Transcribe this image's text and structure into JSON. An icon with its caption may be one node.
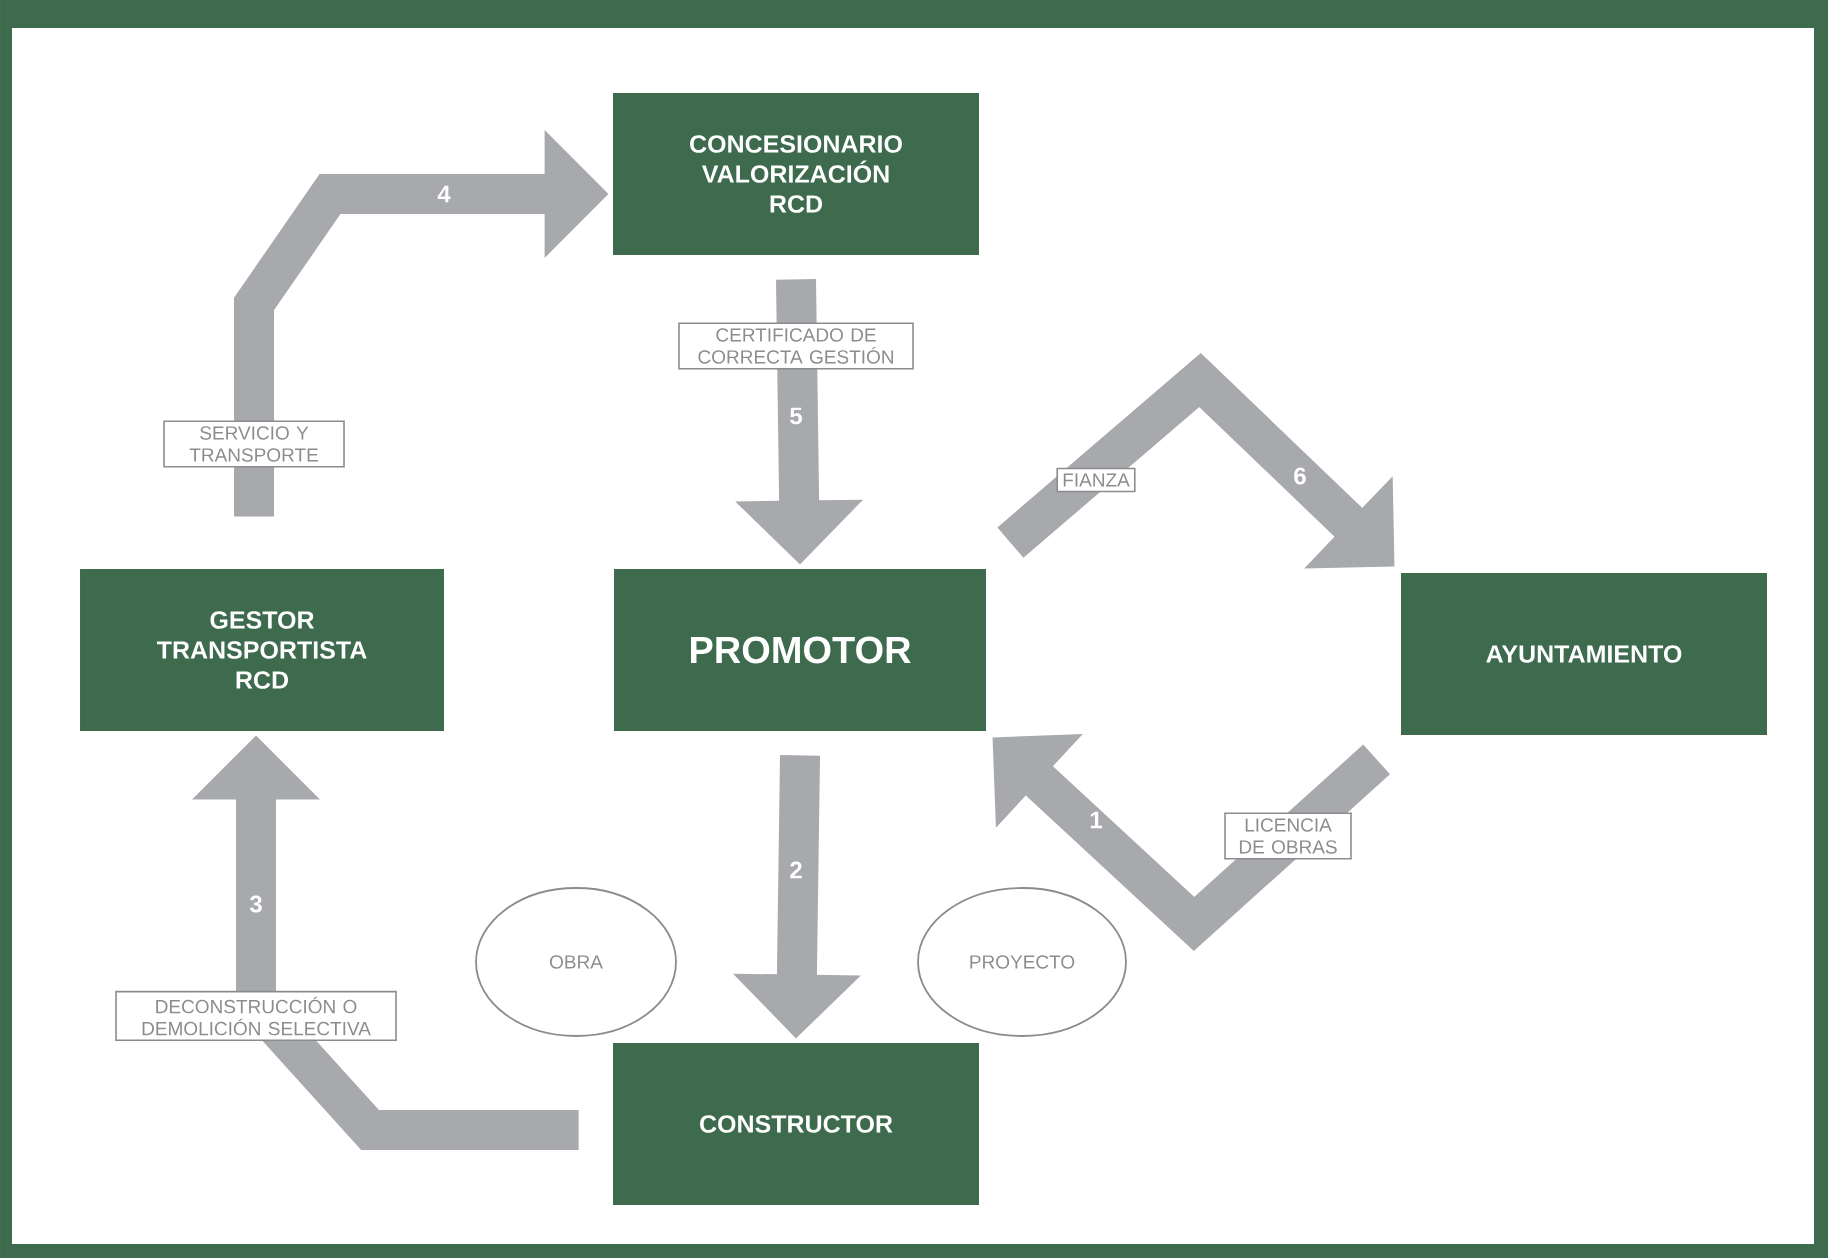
{
  "diagram": {
    "nodes": [
      {
        "text": [
          "CONCESIONARIO VALORIZACIÓN RCD"
        ]
      },
      {
        "text": [
          "GESTOR TRANSPORTISTA RCD"
        ]
      },
      {
        "text": [
          "PROMOTOR"
        ]
      },
      {
        "text": [
          "AYUNTAMIENTO"
        ]
      },
      {
        "text": [
          "OBRA"
        ]
      },
      {
        "text": [
          "PROYECTO"
        ]
      },
      {
        "text": [
          "CONSTRUCTOR"
        ]
      }
    ],
    "edges": [
      {
        "from": 3,
        "to": 2,
        "arrow": "to",
        "label": "LICENCIA DE OBRAS"
      },
      {
        "from": 2,
        "to": 6,
        "arrow": "to"
      },
      {
        "from": 6,
        "to": 1,
        "arrow": "to",
        "label": "DECONSTRUCCIÓN O DEMOLICIÓN SELECTIVA"
      },
      {
        "from": 1,
        "to": 0,
        "arrow": "to",
        "label": "SERVICIO Y TRANSPORTE"
      },
      {
        "from": 0,
        "to": 2,
        "arrow": "to",
        "label": "CERTIFICADO DE CORRECTA GESTIÓN"
      },
      {
        "from": 2,
        "to": 3,
        "arrow": "to",
        "label": "FIANZA"
      }
    ],
    "labels": [
      "4",
      "5",
      "6",
      "1",
      "3",
      "2"
    ]
  }
}
